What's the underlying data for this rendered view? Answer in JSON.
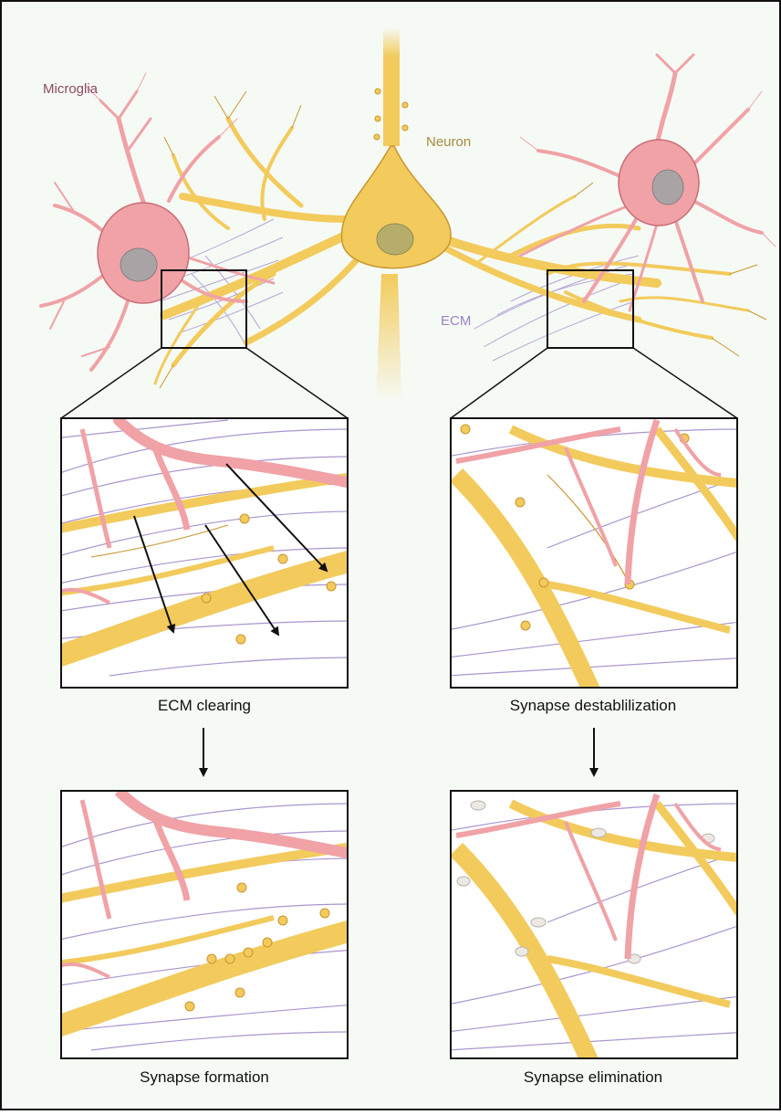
{
  "labels": {
    "microglia": "Microglia",
    "neuron": "Neuron",
    "ecm": "ECM"
  },
  "captions": {
    "ecm_clearing": "ECM clearing",
    "synapse_destabilization": "Synapse destablilization",
    "synapse_formation": "Synapse formation",
    "synapse_elimination": "Synapse elimination"
  },
  "colors": {
    "background": "#f6faf5",
    "neuron": "#f2cb5c",
    "neuron_outline": "#c9962e",
    "microglia": "#f0a2a6",
    "microglia_outline": "#c96d76",
    "ecm": "#9b82c6",
    "spine_eliminated": "#ece9e4"
  }
}
